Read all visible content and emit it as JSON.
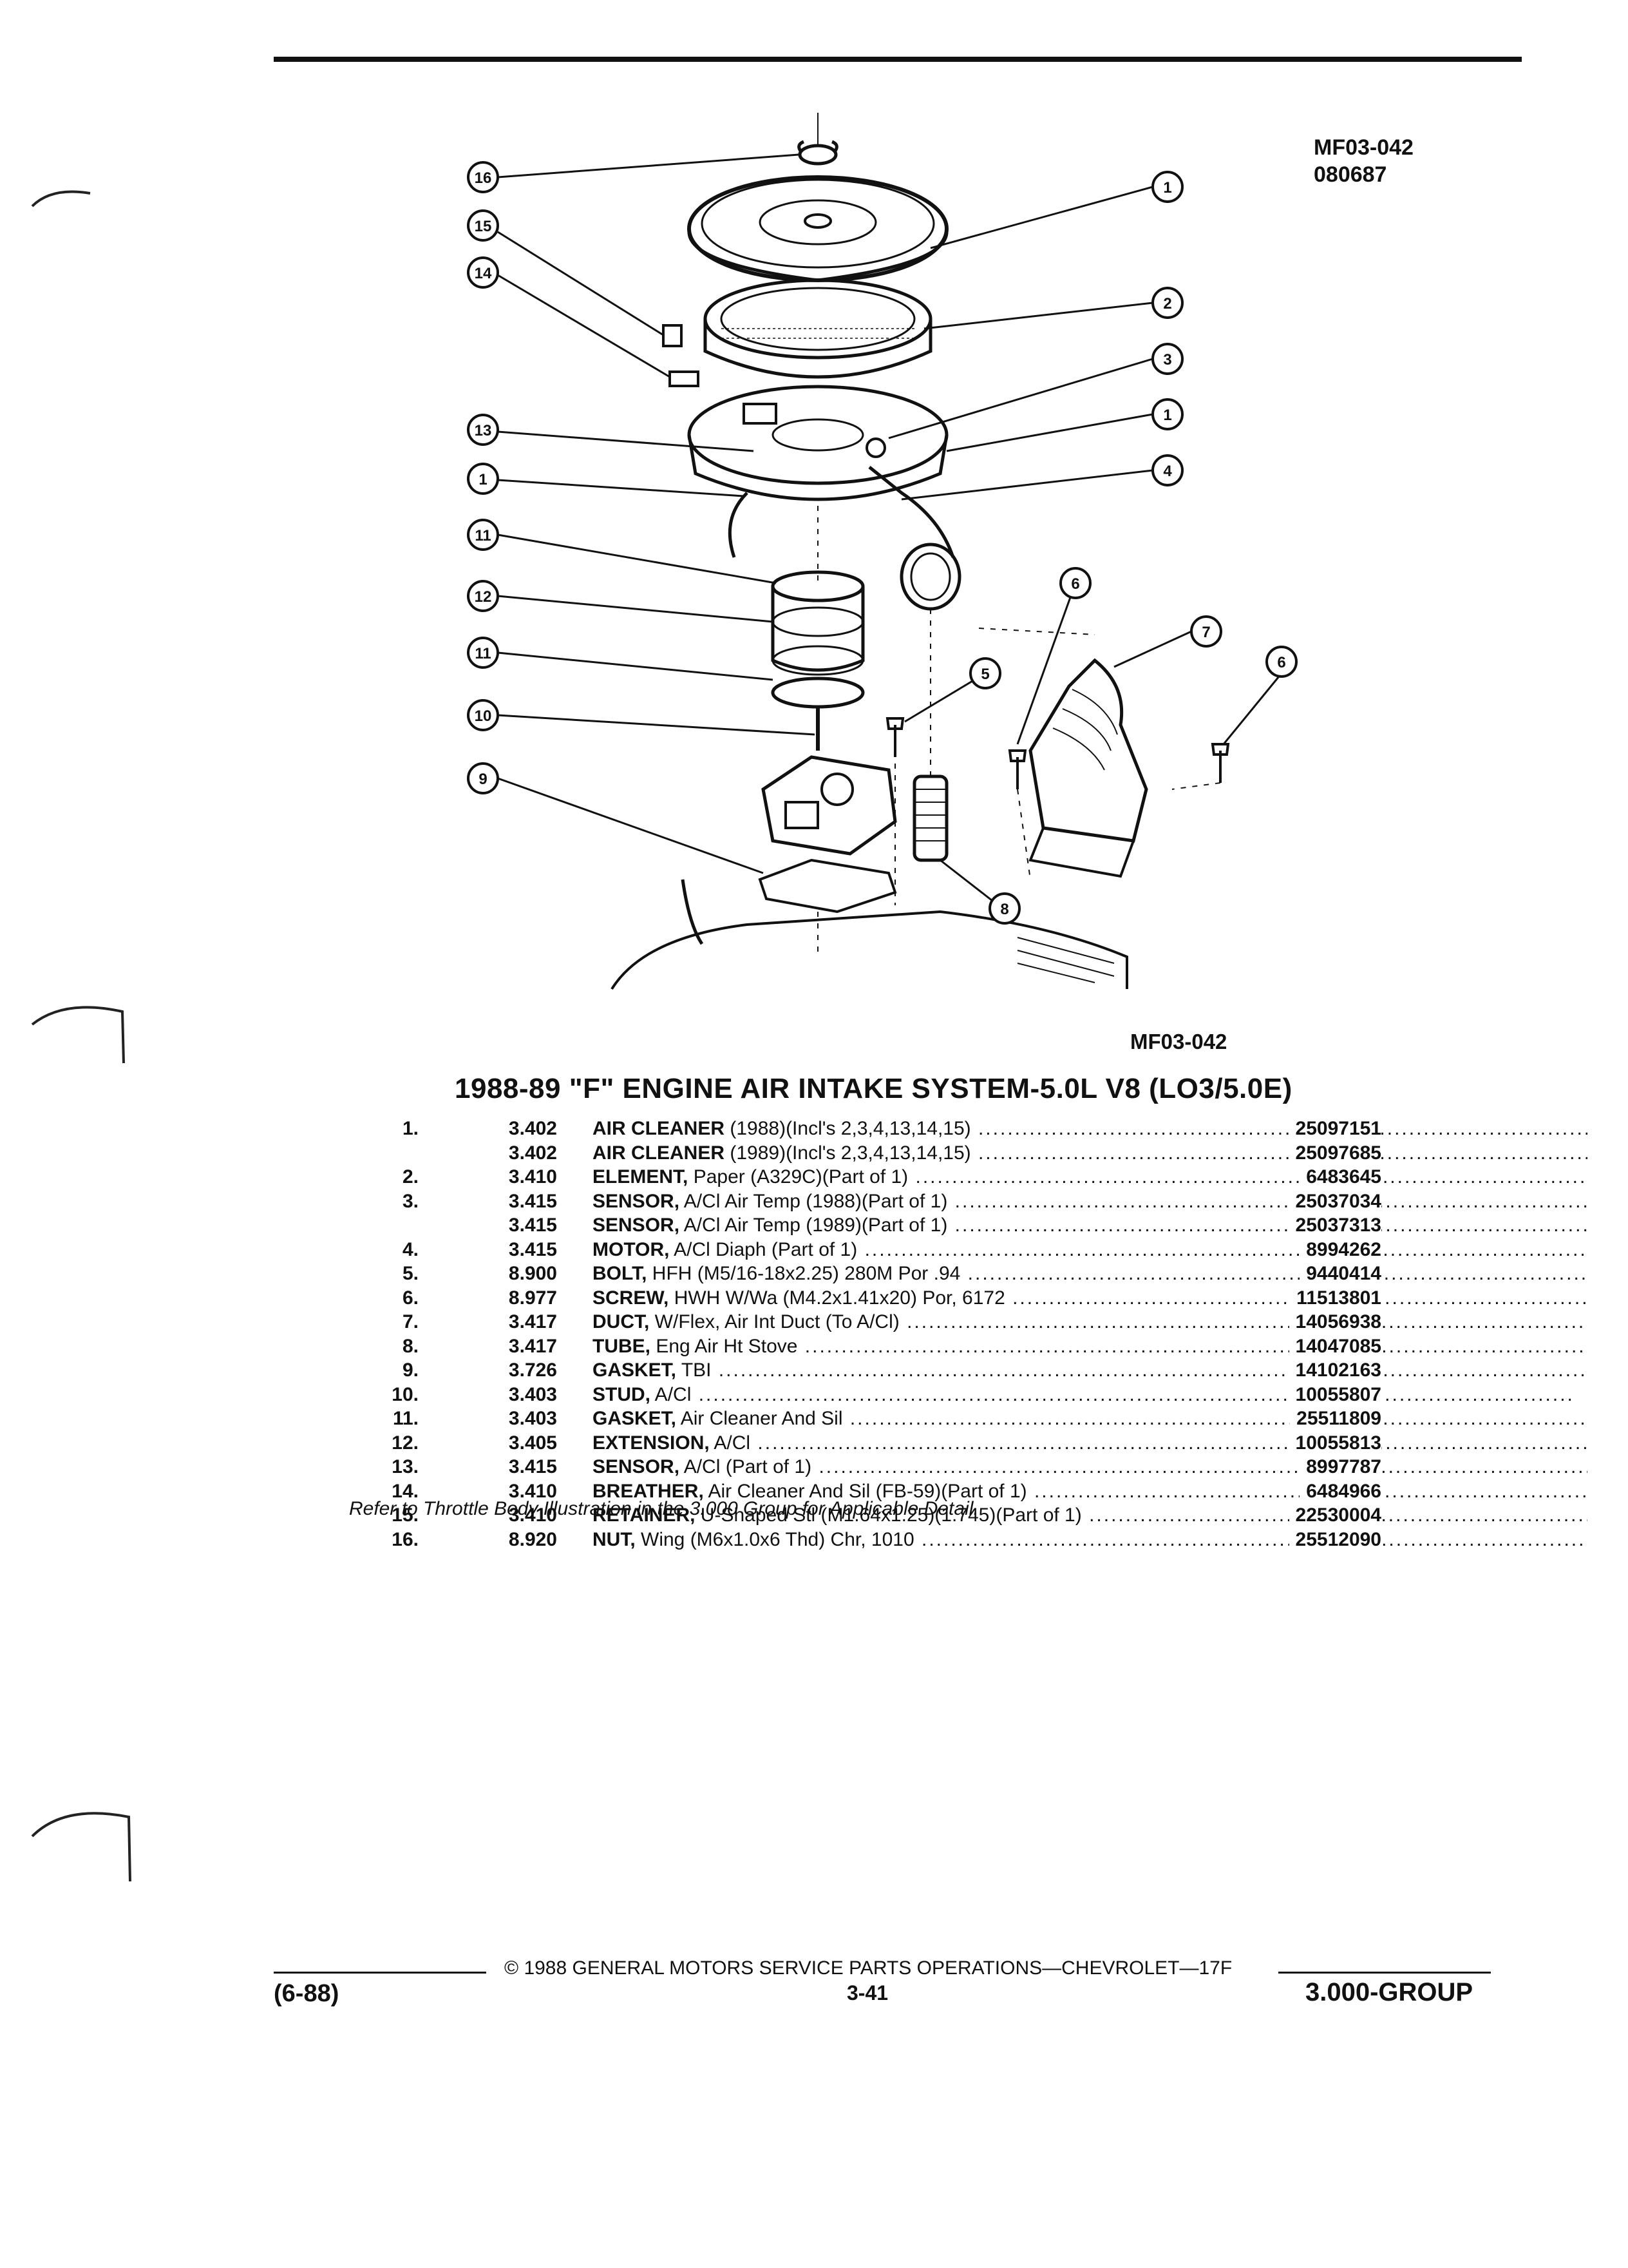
{
  "header": {
    "drawing_code": "MF03-042",
    "drawing_date": "080687"
  },
  "figure": {
    "reference": "MF03-042",
    "callouts": [
      "16",
      "15",
      "14",
      "13",
      "1",
      "11",
      "12",
      "11",
      "10",
      "9",
      "1",
      "2",
      "3",
      "1",
      "4",
      "6",
      "7",
      "6",
      "5",
      "8"
    ]
  },
  "section_title": "1988-89 \"F\" ENGINE AIR INTAKE SYSTEM-5.0L V8 (LO3/5.0E)",
  "parts": [
    {
      "num": "1.",
      "group": "3.402",
      "name": "AIR CLEANER",
      "detail": " (1988)(Incl's 2,3,4,13,14,15)",
      "part_number": "25097151"
    },
    {
      "num": "",
      "group": "3.402",
      "name": "AIR CLEANER",
      "detail": " (1989)(Incl's 2,3,4,13,14,15)",
      "part_number": "25097685"
    },
    {
      "num": "2.",
      "group": "3.410",
      "name": "ELEMENT,",
      "detail": " Paper (A329C)(Part of 1)",
      "part_number": "6483645"
    },
    {
      "num": "3.",
      "group": "3.415",
      "name": "SENSOR,",
      "detail": " A/Cl Air Temp (1988)(Part of 1)",
      "part_number": "25037034"
    },
    {
      "num": "",
      "group": "3.415",
      "name": "SENSOR,",
      "detail": " A/Cl Air Temp (1989)(Part of 1)",
      "part_number": "25037313"
    },
    {
      "num": "4.",
      "group": "3.415",
      "name": "MOTOR,",
      "detail": " A/Cl Diaph (Part of 1)",
      "part_number": "8994262"
    },
    {
      "num": "5.",
      "group": "8.900",
      "name": "BOLT,",
      "detail": " HFH (M5/16-18x2.25) 280M Por .94",
      "part_number": "9440414"
    },
    {
      "num": "6.",
      "group": "8.977",
      "name": "SCREW,",
      "detail": " HWH W/Wa (M4.2x1.41x20) Por, 6172",
      "part_number": "11513801"
    },
    {
      "num": "7.",
      "group": "3.417",
      "name": "DUCT,",
      "detail": " W/Flex, Air Int Duct (To A/Cl)",
      "part_number": "14056938"
    },
    {
      "num": "8.",
      "group": "3.417",
      "name": "TUBE,",
      "detail": " Eng Air Ht Stove",
      "part_number": "14047085"
    },
    {
      "num": "9.",
      "group": "3.726",
      "name": "GASKET,",
      "detail": " TBI",
      "part_number": "14102163"
    },
    {
      "num": "10.",
      "group": "3.403",
      "name": "STUD,",
      "detail": " A/Cl",
      "part_number": "10055807"
    },
    {
      "num": "11.",
      "group": "3.403",
      "name": "GASKET,",
      "detail": " Air Cleaner And Sil",
      "part_number": "25511809"
    },
    {
      "num": "12.",
      "group": "3.405",
      "name": "EXTENSION,",
      "detail": " A/Cl",
      "part_number": "10055813"
    },
    {
      "num": "13.",
      "group": "3.415",
      "name": "SENSOR,",
      "detail": " A/Cl (Part of 1)",
      "part_number": "8997787"
    },
    {
      "num": "14.",
      "group": "3.410",
      "name": "BREATHER,",
      "detail": " Air Cleaner And Sil (FB-59)(Part of 1)",
      "part_number": "6484966"
    },
    {
      "num": "15.",
      "group": "3.410",
      "name": "RETAINER,",
      "detail": " U-Shaped Stl (M1.64x1.25)(1.745)(Part of 1)",
      "part_number": "22530004"
    },
    {
      "num": "16.",
      "group": "8.920",
      "name": "NUT,",
      "detail": " Wing (M6x1.0x6 Thd) Chr, 1010",
      "part_number": "25512090"
    }
  ],
  "note": "Refer to Throttle Body Illustration in the 3.000 Group for Applicable Detail.",
  "footer": {
    "copyright": "© 1988 GENERAL MOTORS SERVICE PARTS OPERATIONS—CHEVROLET—17F",
    "revision": "(6-88)",
    "page_number": "3-41",
    "group_label": "3.000-GROUP"
  }
}
